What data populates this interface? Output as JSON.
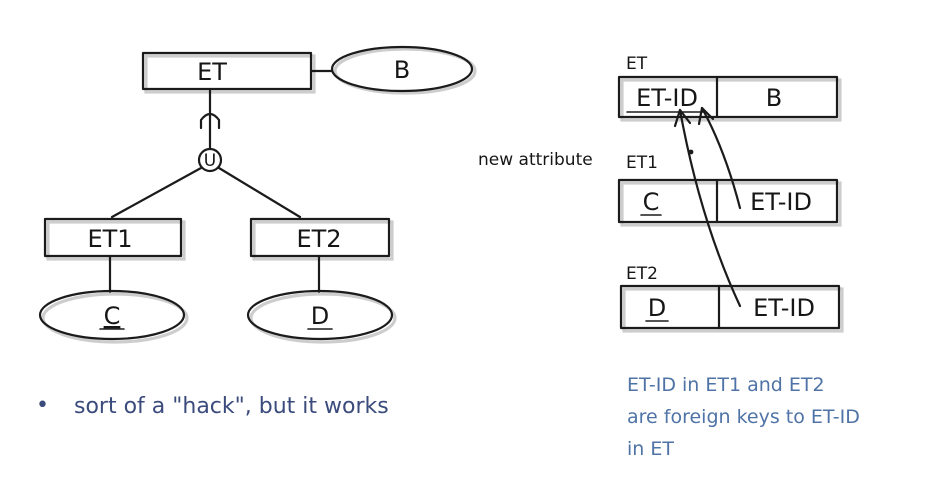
{
  "er_diagram": {
    "parent_entity": "ET",
    "parent_attribute": "B",
    "union_symbol": "U",
    "child_entities": [
      {
        "name": "ET1",
        "attribute": "C"
      },
      {
        "name": "ET2",
        "attribute": "D"
      }
    ]
  },
  "relational_schema": {
    "tables": [
      {
        "name": "ET",
        "columns": [
          "ET-ID",
          "B"
        ]
      },
      {
        "name": "ET1",
        "columns": [
          "C",
          "ET-ID"
        ]
      },
      {
        "name": "ET2",
        "columns": [
          "D",
          "ET-ID"
        ]
      }
    ],
    "annotation": "new attribute"
  },
  "notes": {
    "bullet": "•",
    "hack": "sort of a \"hack\", but it works",
    "foreign_key_lines": [
      "ET-ID in ET1 and ET2",
      "are foreign keys to ET-ID",
      "in ET"
    ]
  },
  "colors": {
    "ink": "#1b1b1b",
    "note_dark_blue": "#3a4b7c",
    "note_blue": "#4f73a6"
  }
}
